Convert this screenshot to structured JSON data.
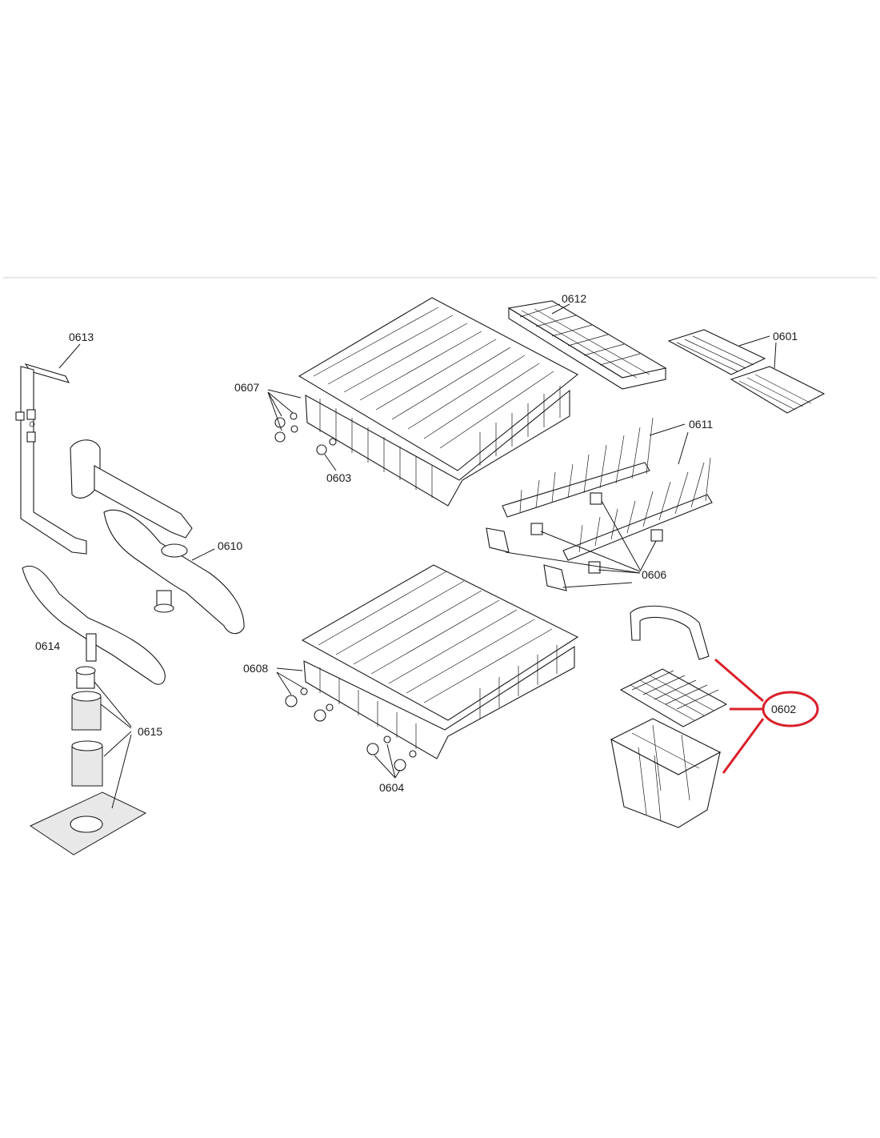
{
  "diagram": {
    "parts": [
      {
        "id": "0613",
        "label": "0613"
      },
      {
        "id": "0612",
        "label": "0612"
      },
      {
        "id": "0601",
        "label": "0601"
      },
      {
        "id": "0607",
        "label": "0607"
      },
      {
        "id": "0611",
        "label": "0611"
      },
      {
        "id": "0603",
        "label": "0603"
      },
      {
        "id": "0610",
        "label": "0610"
      },
      {
        "id": "0606",
        "label": "0606"
      },
      {
        "id": "0614",
        "label": "0614"
      },
      {
        "id": "0608",
        "label": "0608"
      },
      {
        "id": "0602",
        "label": "0602"
      },
      {
        "id": "0615",
        "label": "0615"
      },
      {
        "id": "0604",
        "label": "0604"
      }
    ],
    "highlight": {
      "part": "0602",
      "color": "#d9202a"
    },
    "line_color": "#1a1a1a",
    "divider_color": "#cccccc"
  }
}
